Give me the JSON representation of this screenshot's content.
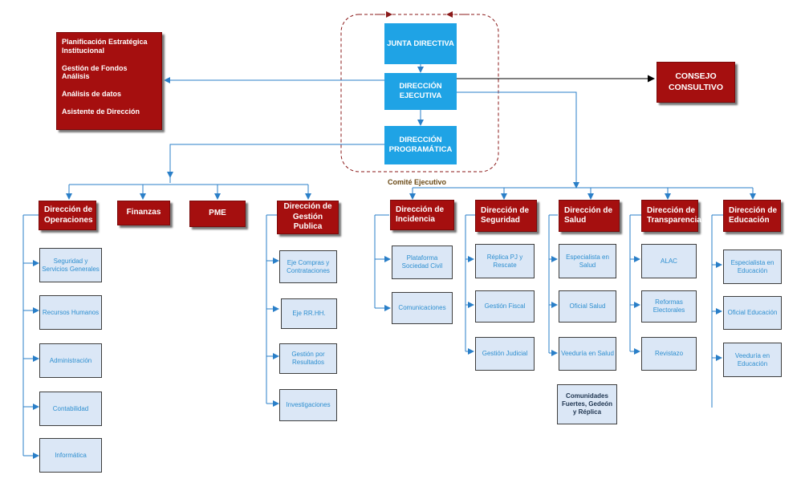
{
  "top_nodes": {
    "junta": "JUNTA DIRECTIVA",
    "direccion_ejecutiva": "DIRECCIÓN EJECUTIVA",
    "direccion_programatica": "DIRECCIÓN PROGRAMÁTICA",
    "consejo": "CONSEJO CONSULTIVO",
    "comite_label": "Comité Ejecutivo"
  },
  "staff_box": {
    "items": [
      "Planificación Estratégica Institucional",
      "Gestión de Fondos Análisis",
      "Análisis de datos",
      "Asistente de Dirección"
    ]
  },
  "left_branch": {
    "operaciones": "Dirección de Operaciones",
    "finanzas": "Finanzas",
    "pme": "PME",
    "gestion_publica": "Dirección de Gestión Publica",
    "operaciones_subs": [
      "Seguridad y Servicios Generales",
      "Recursos Humanos",
      "Administración",
      "Contabilidad",
      "Informática"
    ],
    "gestion_publica_subs": [
      "Eje Compras y Contrataciones",
      "Eje RR.HH.",
      "Gestión por Resultados",
      "Investigaciones"
    ]
  },
  "right_branch": {
    "incidencia": "Dirección de Incidencia",
    "seguridad": "Dirección de Seguridad",
    "salud": "Dirección de Salud",
    "transparencia": "Dirección de Transparencia",
    "educacion": "Dirección de Educación",
    "incidencia_subs": [
      "Plataforma Sociedad Civil",
      "Comunicaciones"
    ],
    "seguridad_subs": [
      "Réplica PJ y Rescate",
      "Gestión Fiscal",
      "Gestión Judicial"
    ],
    "salud_subs": [
      "Especialista en Salud",
      "Oficial Salud",
      "Veeduría en Salud"
    ],
    "salud_extra": "Comunidades Fuertes, Gedeón y Réplica",
    "transparencia_subs": [
      "ALAC",
      "Reformas Electorales",
      "Revistazo"
    ],
    "educacion_subs": [
      "Especialista en Educación",
      "Oficial Educación",
      "Veeduría en Educación"
    ]
  }
}
